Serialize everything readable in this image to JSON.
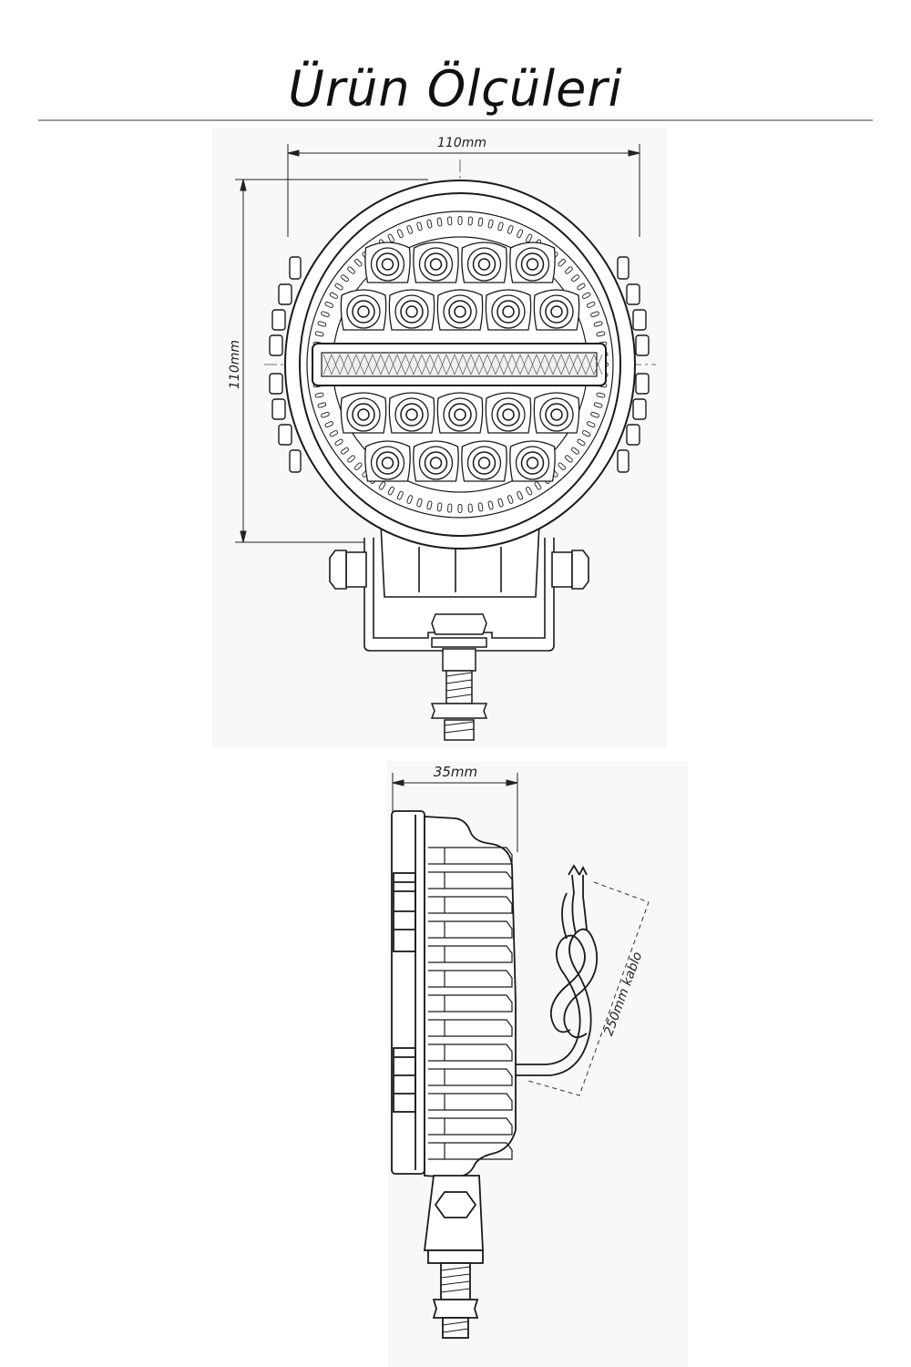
{
  "title": "Ürün Ölçüleri",
  "front_view": {
    "width_dim": "110mm",
    "height_dim": "110mm",
    "led_rows": [
      4,
      5,
      5,
      4
    ]
  },
  "side_view": {
    "depth_dim": "35mm",
    "cable_dim": "250mm kablo"
  },
  "colors": {
    "line": "#1a1a1a",
    "rule": "#9a9a9a",
    "panel": "#f7f7f7"
  }
}
